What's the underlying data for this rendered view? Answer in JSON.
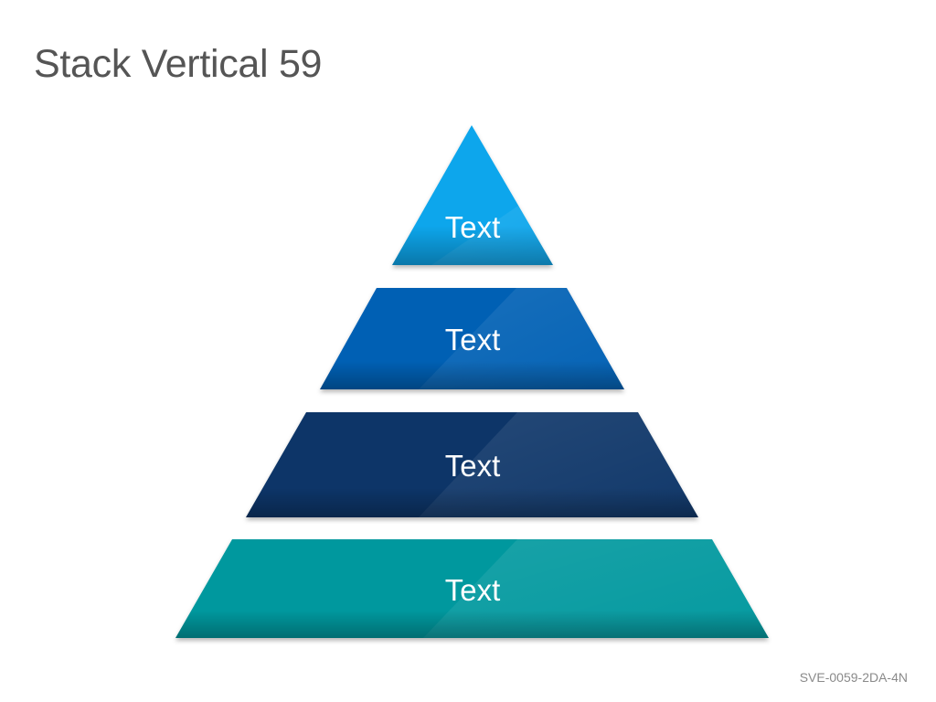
{
  "slide": {
    "title": "Stack Vertical 59",
    "code": "SVE-0059-2DA-4N"
  },
  "pyramid": {
    "tiers": [
      {
        "label": "Text",
        "color": "#0aa6ec"
      },
      {
        "label": "Text",
        "color": "#0560b4"
      },
      {
        "label": "Text",
        "color": "#0c3668"
      },
      {
        "label": "Text",
        "color": "#03989e"
      }
    ]
  }
}
